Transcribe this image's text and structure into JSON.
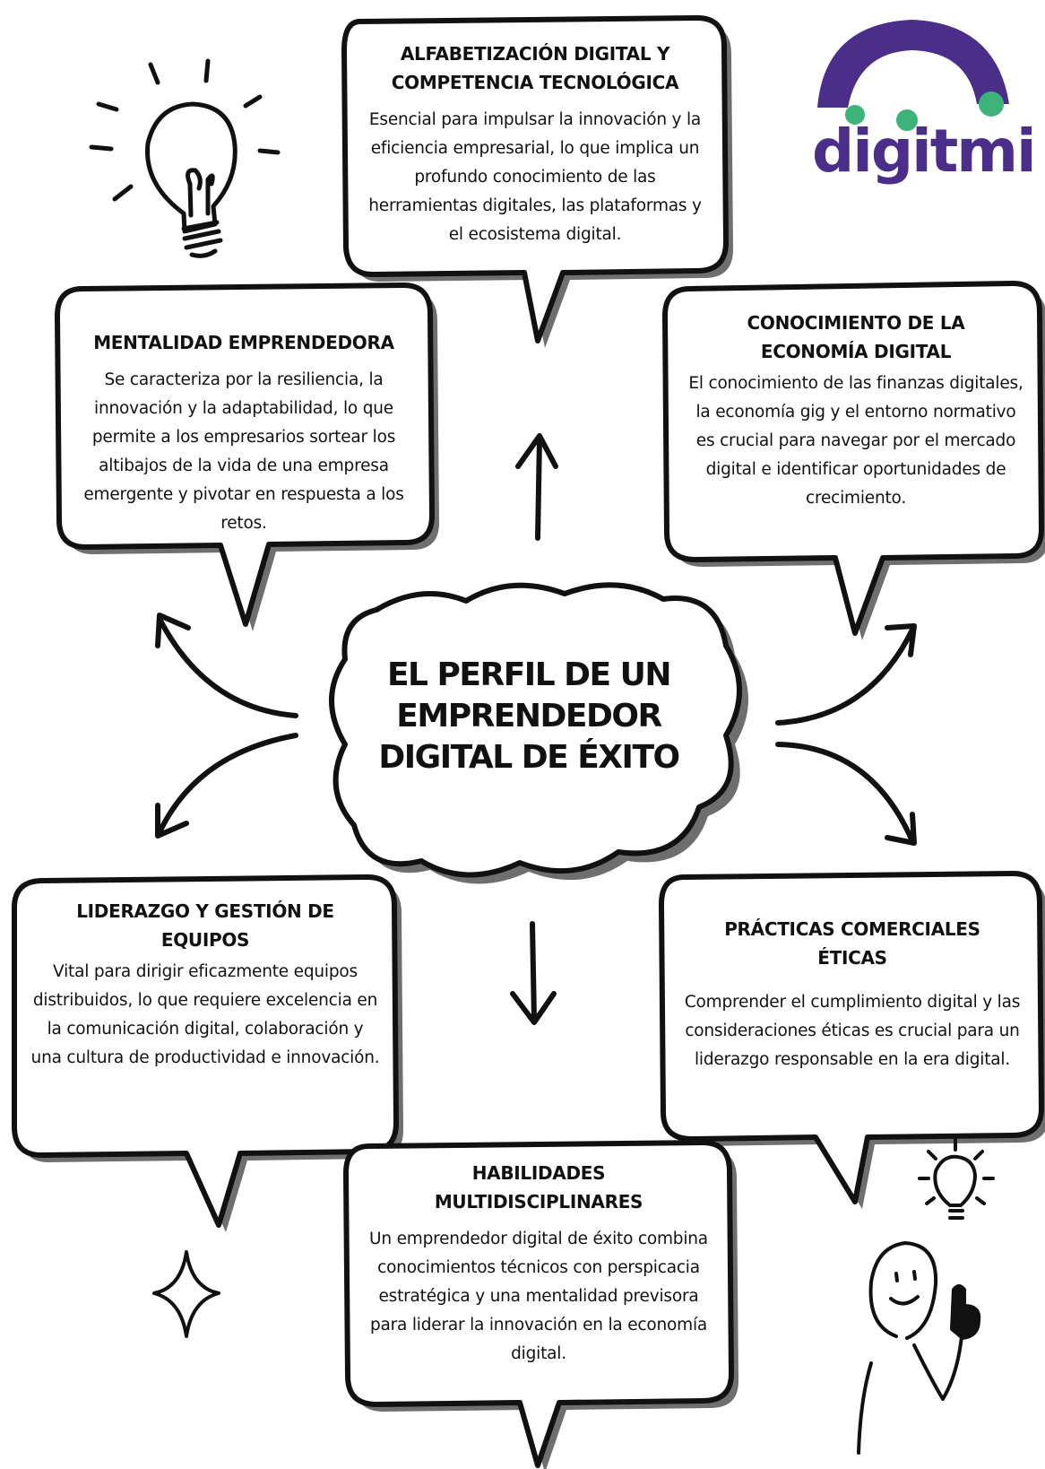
{
  "title": "EL PERFIL DE UN EMPRENDEDOR DIGITAL DE ÉXITO",
  "logo": {
    "text": "digitmi",
    "color": "#4b2d8a",
    "dot_color": "#3db37a"
  },
  "boxes": [
    {
      "id": "alfabetizacion",
      "heading": "ALFABETIZACIÓN DIGITAL Y COMPETENCIA TECNOLÓGICA",
      "body": "Esencial para impulsar la innovación y la eficiencia empresarial, lo que implica un profundo conocimiento de las herramientas digitales, las plataformas y el ecosistema digital."
    },
    {
      "id": "mentalidad",
      "heading": "MENTALIDAD EMPRENDEDORA",
      "body": "Se caracteriza por la resiliencia, la innovación y la adaptabilidad, lo que permite a los empresarios sortear los altibajos de la vida de una empresa emergente y pivotar en respuesta a los retos."
    },
    {
      "id": "economia",
      "heading": "CONOCIMIENTO DE LA ECONOMÍA DIGITAL",
      "body": "El conocimiento de las finanzas digitales, la economía gig y el entorno normativo es crucial para navegar por el mercado digital e identificar oportunidades de crecimiento."
    },
    {
      "id": "liderazgo",
      "heading": "LIDERAZGO Y GESTIÓN DE EQUIPOS",
      "body": "Vital para dirigir eficazmente equipos distribuidos, lo que requiere excelencia en la comunicación digital, colaboración y una cultura de productividad e innovación."
    },
    {
      "id": "practicas",
      "heading": "PRÁCTICAS COMERCIALES ÉTICAS",
      "body": "Comprender el cumplimiento digital y las consideraciones éticas es crucial para un liderazgo responsable en la era digital."
    },
    {
      "id": "habilidades",
      "heading": "HABILIDADES MULTIDISCIPLINARES",
      "body": "Un emprendedor digital de éxito combina conocimientos técnicos con perspicacia estratégica y una mentalidad previsora para liderar la innovación en la economía digital."
    }
  ]
}
